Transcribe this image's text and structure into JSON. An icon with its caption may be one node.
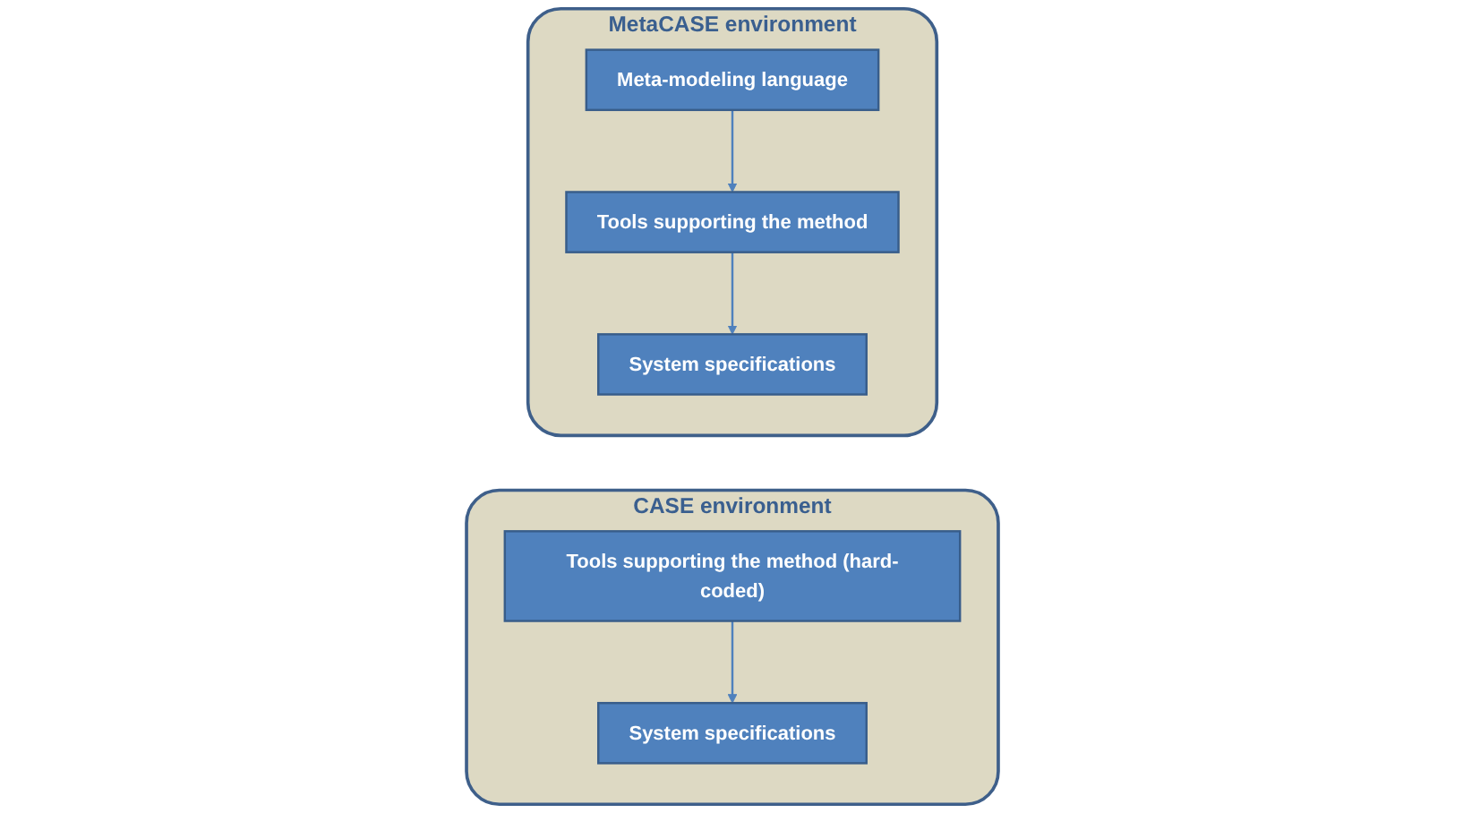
{
  "diagram": {
    "nodes": [
      {
        "text": [
          "CASE environment"
        ]
      },
      {
        "text": [
          "Tools supporting the method (hard-coded)"
        ],
        "in": 0
      },
      {
        "text": [
          "System specifications"
        ],
        "in": 0
      },
      {
        "text": [
          "MetaCASE environment"
        ]
      },
      {
        "text": [
          "Meta-modeling language"
        ],
        "in": 3
      },
      {
        "text": [
          "Tools supporting the method"
        ],
        "in": 3
      },
      {
        "text": [
          "System specifications"
        ],
        "in": 3
      }
    ],
    "edges": [
      {
        "from": 1,
        "to": 2,
        "arrow": "to"
      },
      {
        "from": 4,
        "to": 5,
        "arrow": "to"
      },
      {
        "from": 5,
        "to": 6,
        "arrow": "to"
      }
    ]
  }
}
